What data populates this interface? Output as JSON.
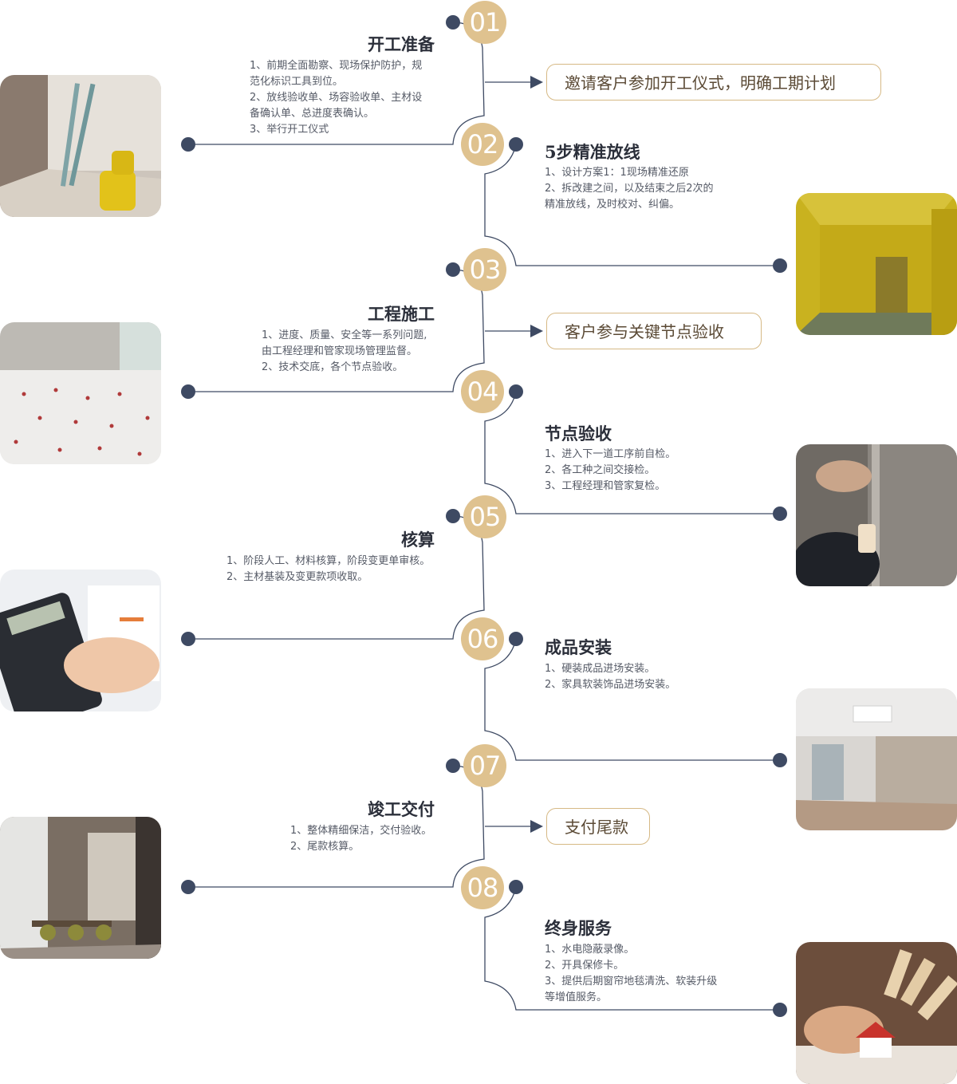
{
  "colors": {
    "accent": "#dfc28f",
    "line": "#3e4a63",
    "tag_border": "#d6b985"
  },
  "steps": [
    {
      "num": "01",
      "title": "开工准备",
      "desc": [
        "1、前期全面勘察、现场保护防护，规",
        "范化标识工具到位。",
        "2、放线验收单、场容验收单、主材设",
        "备确认单、总进度表确认。",
        "3、举行开工仪式"
      ],
      "tag": "邀请客户参加开工仪式，明确工期计划"
    },
    {
      "num": "02",
      "title": "5步精准放线",
      "desc": [
        "1、设计方案1：1现场精准还原",
        "2、拆改建之间，以及结束之后2次的",
        "精准放线，及时校对、纠偏。"
      ]
    },
    {
      "num": "03",
      "title": "工程施工",
      "desc": [
        "1、进度、质量、安全等一系列问题,",
        "由工程经理和管家现场管理监督。",
        "2、技术交底，各个节点验收。"
      ],
      "tag": "客户参与关键节点验收"
    },
    {
      "num": "04",
      "title": "节点验收",
      "desc": [
        "1、进入下一道工序前自检。",
        "2、各工种之间交接检。",
        "3、工程经理和管家复检。"
      ]
    },
    {
      "num": "05",
      "title": "核算",
      "desc": [
        "1、阶段人工、材料核算，阶段变更单审核。",
        "2、主材基装及变更款项收取。"
      ]
    },
    {
      "num": "06",
      "title": "成品安装",
      "desc": [
        "1、硬装成品进场安装。",
        "2、家具软装饰品进场安装。"
      ]
    },
    {
      "num": "07",
      "title": "竣工交付",
      "desc": [
        "1、整体精细保洁，交付验收。",
        "2、尾款核算。"
      ],
      "tag": "支付尾款"
    },
    {
      "num": "08",
      "title": "终身服务",
      "desc": [
        "1、水电隐蔽录像。",
        "2、开具保修卡。",
        "3、提供后期窗帘地毯清洗、软装升级",
        "等增值服务。"
      ]
    }
  ]
}
